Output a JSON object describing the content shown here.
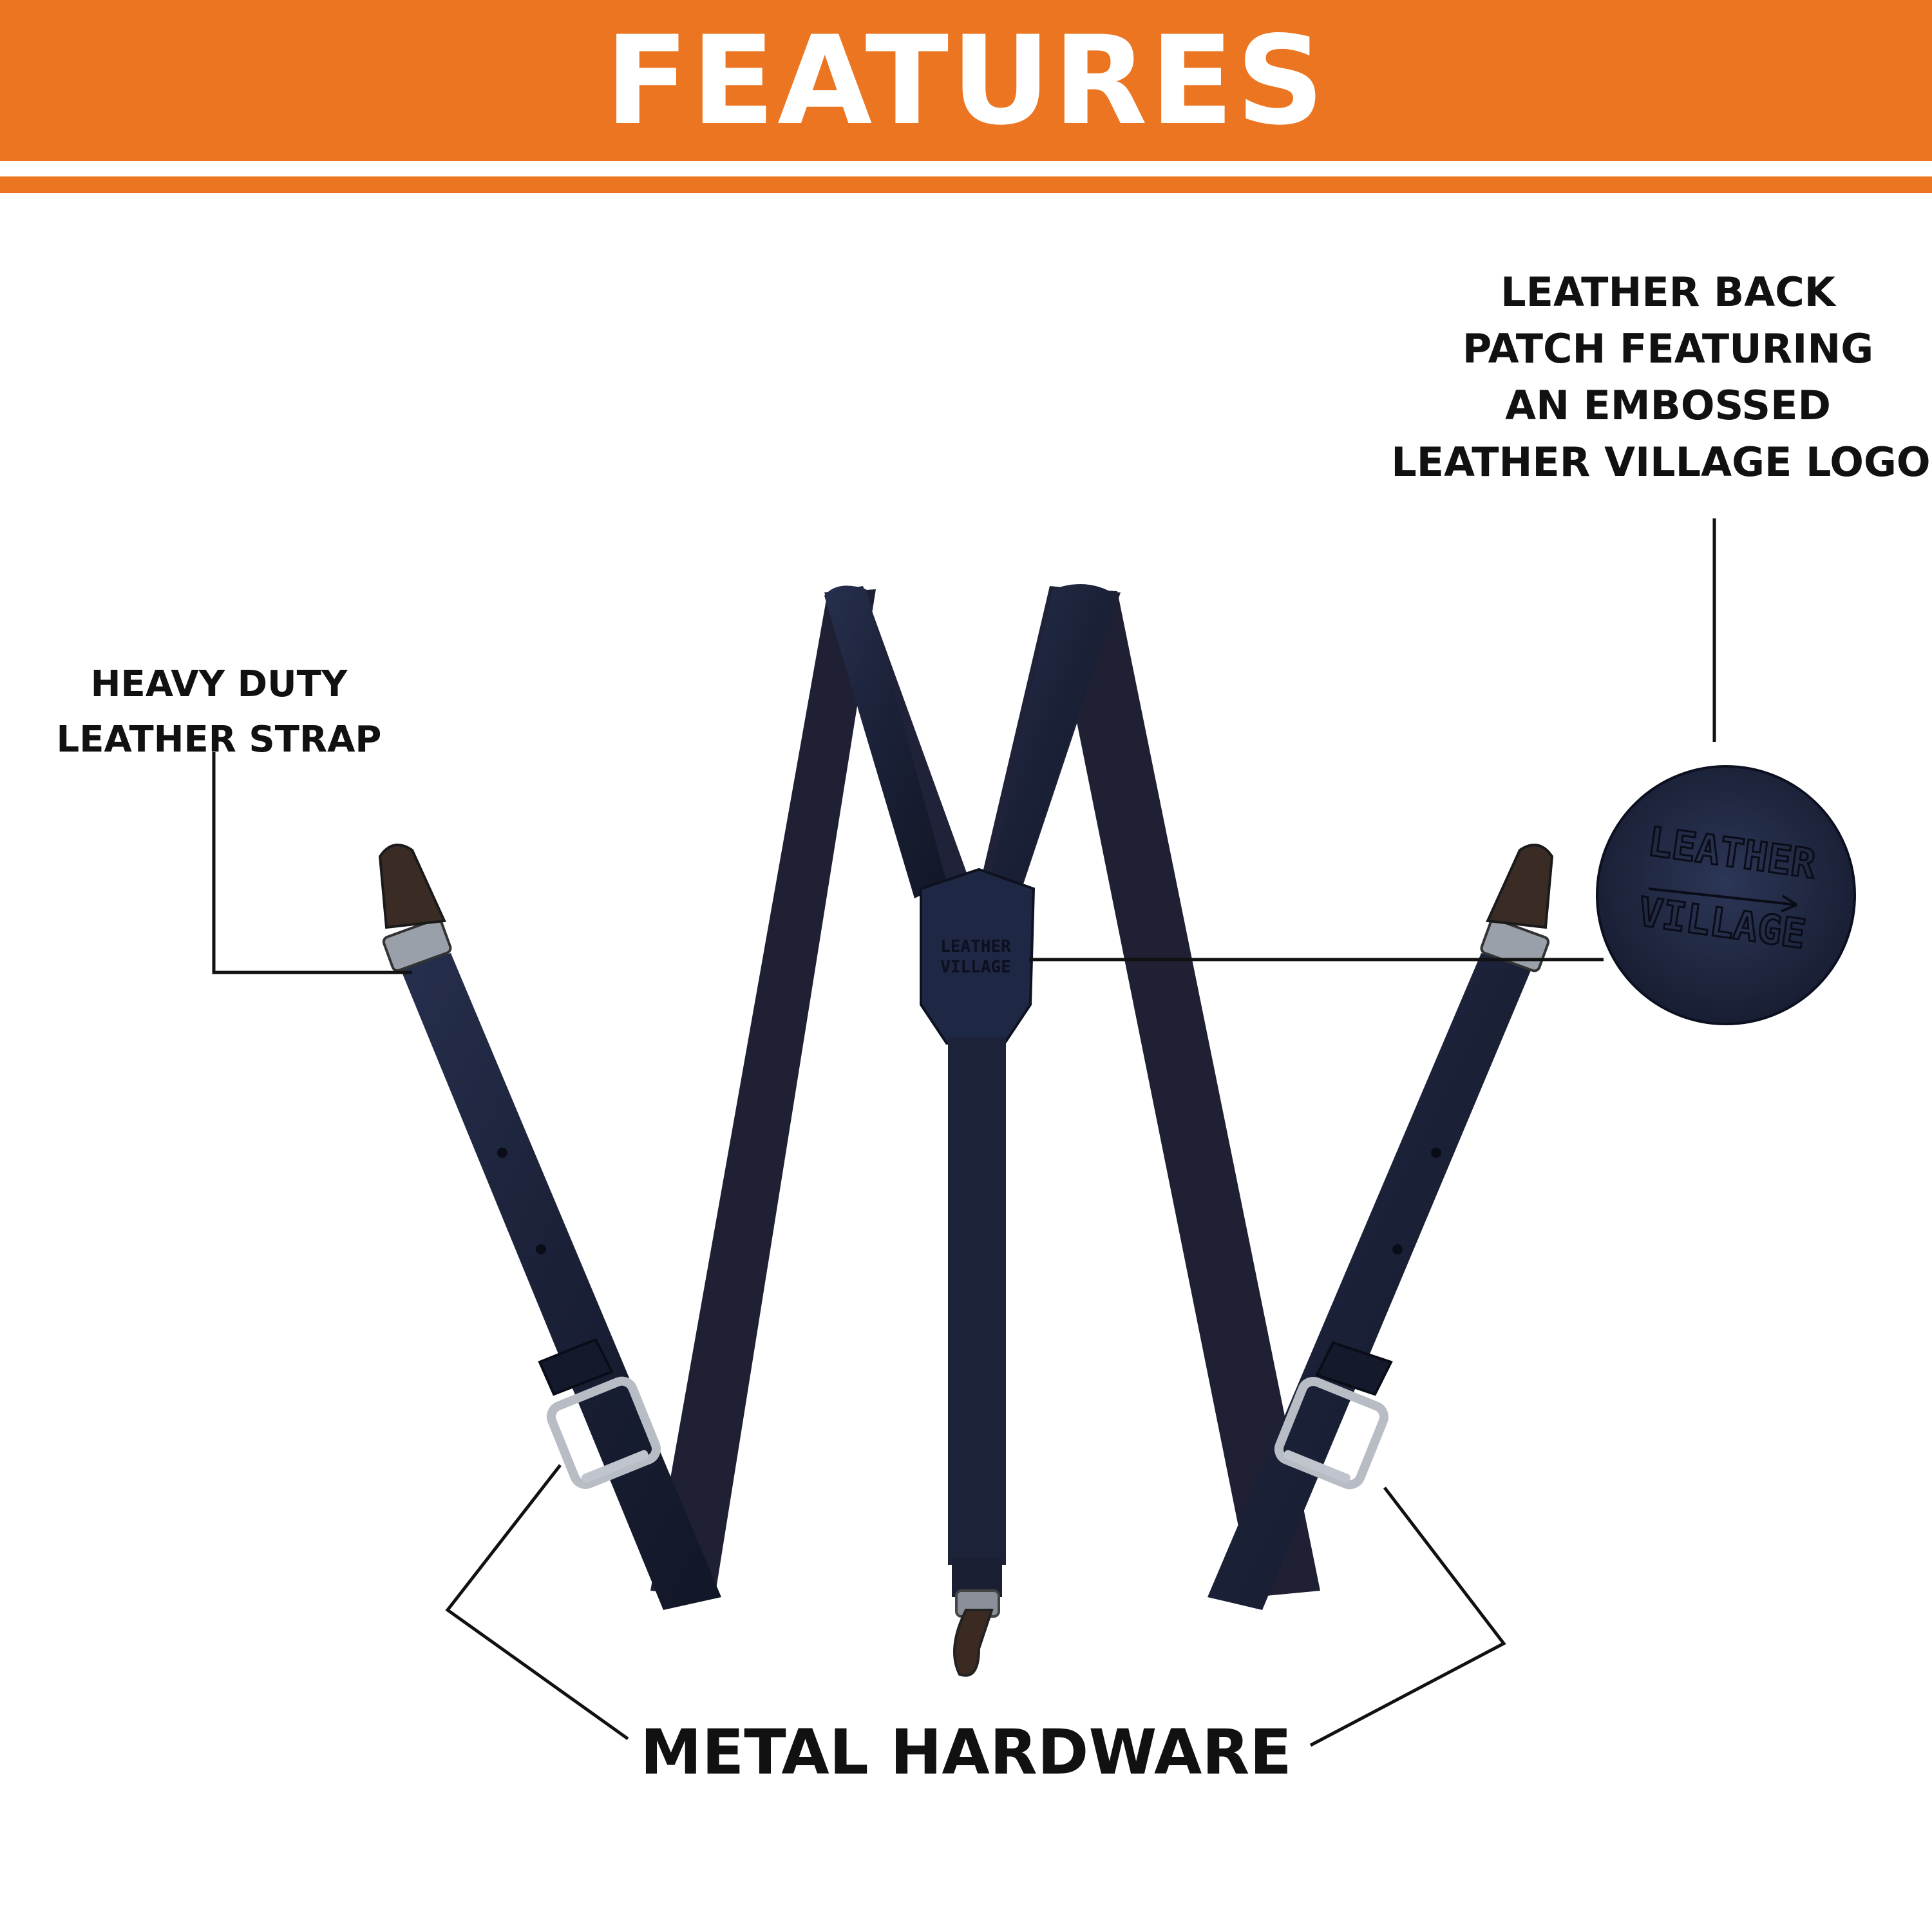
{
  "header": {
    "title": "FEATURES",
    "color": "#ec7521"
  },
  "callouts": {
    "strap": {
      "lines": [
        "HEAVY DUTY",
        "LEATHER STRAP"
      ]
    },
    "patch": {
      "lines": [
        "LEATHER BACK",
        "PATCH FEATURING",
        "AN EMBOSSED",
        "LEATHER VILLAGE LOGO."
      ]
    },
    "hardware": {
      "label": "METAL HARDWARE"
    }
  },
  "product": {
    "name": "leather suspenders",
    "strap_color": "#1b2238",
    "logo_lines": [
      "LEATHER",
      "VILLAGE"
    ]
  }
}
